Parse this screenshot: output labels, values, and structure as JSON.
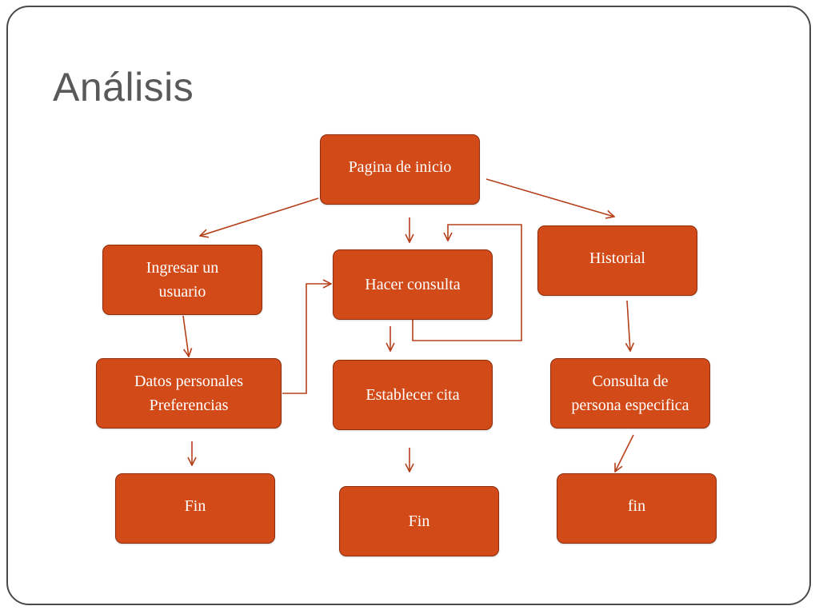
{
  "slide": {
    "title": "Análisis"
  },
  "diagram": {
    "nodes": {
      "inicio": "Pagina de inicio",
      "ingresar": "Ingresar un\nusuario",
      "consulta": "Hacer consulta",
      "historial": "Historial",
      "datos": "Datos personales\nPreferencias",
      "cita": "Establecer cita",
      "especifica": "Consulta de\npersona especifica",
      "fin_left": "Fin",
      "fin_center": "Fin",
      "fin_right": "fin"
    },
    "colors": {
      "node_fill": "#d14a18",
      "node_border": "#8e2e0d",
      "connector": "#b5401a",
      "title": "#595959"
    }
  }
}
